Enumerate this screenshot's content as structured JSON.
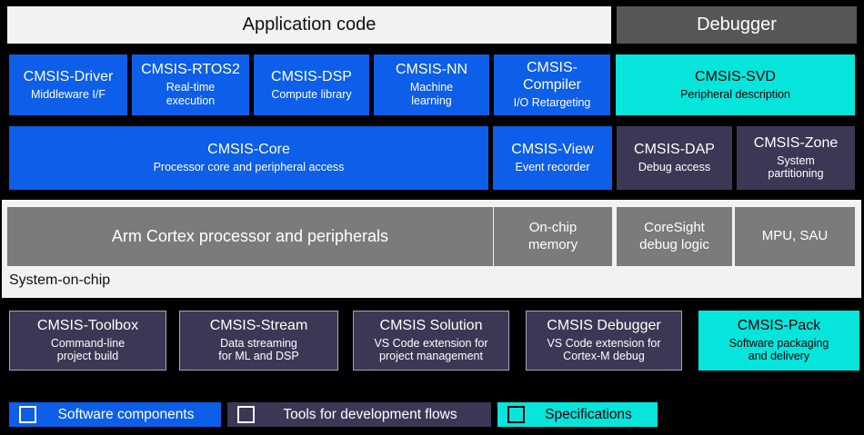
{
  "palette": {
    "blue": "#0D5EE8",
    "purple": "#3C3754",
    "cyan": "#05E5DC",
    "gray-dark": "#565656",
    "gray-mid": "#7B7B7B",
    "panel": "#F2F2F2",
    "bg": "#000000"
  },
  "top": {
    "application_code": "Application code",
    "debugger": "Debugger"
  },
  "components": {
    "items": [
      {
        "title": "CMSIS-Driver",
        "subtitle": "Middleware I/F"
      },
      {
        "title": "CMSIS-RTOS2",
        "subtitle": "Real-time\nexecution"
      },
      {
        "title": "CMSIS-DSP",
        "subtitle": "Compute library"
      },
      {
        "title": "CMSIS-NN",
        "subtitle": "Machine\nlearning"
      },
      {
        "title": "CMSIS-\nCompiler",
        "subtitle": "I/O Retargeting"
      },
      {
        "title": "CMSIS-SVD",
        "subtitle": "Peripheral description"
      }
    ]
  },
  "core_row": {
    "items": [
      {
        "title": "CMSIS-Core",
        "subtitle": "Processor core and peripheral access"
      },
      {
        "title": "CMSIS-View",
        "subtitle": "Event recorder"
      },
      {
        "title": "CMSIS-DAP",
        "subtitle": "Debug access"
      },
      {
        "title": "CMSIS-Zone",
        "subtitle": "System\npartitioning"
      }
    ]
  },
  "soc": {
    "label": "System-on-chip",
    "processor": "Arm Cortex processor and peripherals",
    "memory": "On-chip\nmemory",
    "debug_logic": "CoreSight\ndebug logic",
    "mpu": "MPU, SAU"
  },
  "tools": {
    "items": [
      {
        "title": "CMSIS-Toolbox",
        "subtitle": "Command-line\nproject build"
      },
      {
        "title": "CMSIS-Stream",
        "subtitle": "Data streaming\nfor ML and DSP"
      },
      {
        "title": "CMSIS Solution",
        "subtitle": "VS Code extension for\nproject management"
      },
      {
        "title": "CMSIS Debugger",
        "subtitle": "VS Code extension for\nCortex-M debug"
      },
      {
        "title": "CMSIS-Pack",
        "subtitle": "Software packaging\nand delivery"
      }
    ]
  },
  "legend": {
    "items": [
      {
        "label": "Software components"
      },
      {
        "label": "Tools for development flows"
      },
      {
        "label": "Specifications"
      }
    ]
  }
}
